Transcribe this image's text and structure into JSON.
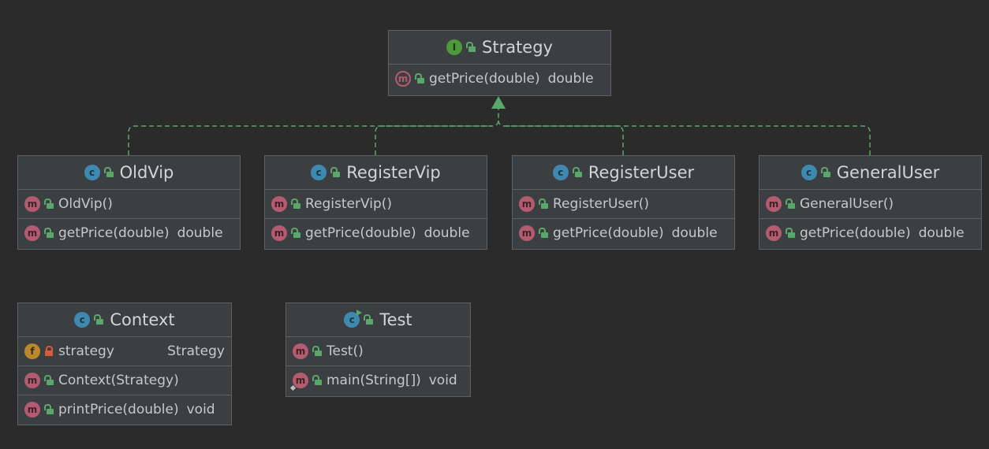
{
  "interface": {
    "name": "Strategy",
    "badge": "I",
    "methods": [
      {
        "badge": "m",
        "signature": "getPrice(double)",
        "type": "double"
      }
    ]
  },
  "implementations": [
    {
      "name": "OldVip",
      "badge": "c",
      "members": [
        {
          "badge": "m",
          "signature": "OldVip()",
          "type": ""
        },
        {
          "badge": "m",
          "signature": "getPrice(double)",
          "type": "double"
        }
      ]
    },
    {
      "name": "RegisterVip",
      "badge": "c",
      "members": [
        {
          "badge": "m",
          "signature": "RegisterVip()",
          "type": ""
        },
        {
          "badge": "m",
          "signature": "getPrice(double)",
          "type": "double"
        }
      ]
    },
    {
      "name": "RegisterUser",
      "badge": "c",
      "members": [
        {
          "badge": "m",
          "signature": "RegisterUser()",
          "type": ""
        },
        {
          "badge": "m",
          "signature": "getPrice(double)",
          "type": "double"
        }
      ]
    },
    {
      "name": "GeneralUser",
      "badge": "c",
      "members": [
        {
          "badge": "m",
          "signature": "GeneralUser()",
          "type": ""
        },
        {
          "badge": "m",
          "signature": "getPrice(double)",
          "type": "double"
        }
      ]
    }
  ],
  "context": {
    "name": "Context",
    "badge": "c",
    "field": {
      "badge": "f",
      "name": "strategy",
      "type": "Strategy"
    },
    "methods": [
      {
        "badge": "m",
        "signature": "Context(Strategy)",
        "type": ""
      },
      {
        "badge": "m",
        "signature": "printPrice(double)",
        "type": "void"
      }
    ]
  },
  "test": {
    "name": "Test",
    "badge": "c",
    "methods": [
      {
        "badge": "m",
        "signature": "Test()",
        "type": ""
      },
      {
        "badge": "m",
        "signature": "main(String[])",
        "type": "void"
      }
    ]
  },
  "colors": {
    "background": "#2b2b2b",
    "node": "#3c3f41",
    "border": "#5e6063",
    "realization_edge": "#59a869",
    "method_badge": "#b55b6f",
    "class_badge": "#3d89b0",
    "interface_badge": "#4e9a3a",
    "field_badge": "#b9892b"
  }
}
